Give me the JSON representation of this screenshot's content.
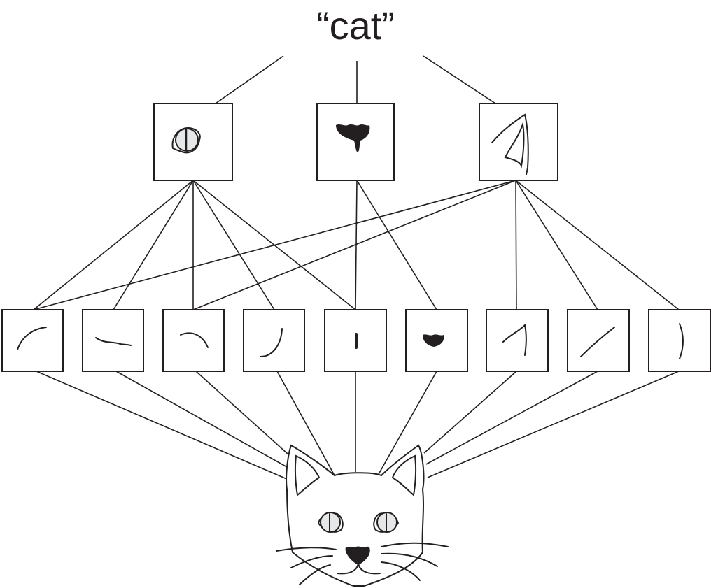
{
  "title": "“cat”",
  "diagram": {
    "top_features": [
      "eye",
      "nose",
      "ear"
    ],
    "low_features": [
      "curve-arc",
      "curve-wave",
      "curve-arch",
      "curve-hook",
      "vertical-slit",
      "nose-blob",
      "ear-tip",
      "diagonal-line",
      "vertical-curve"
    ],
    "input": "cat-face"
  }
}
